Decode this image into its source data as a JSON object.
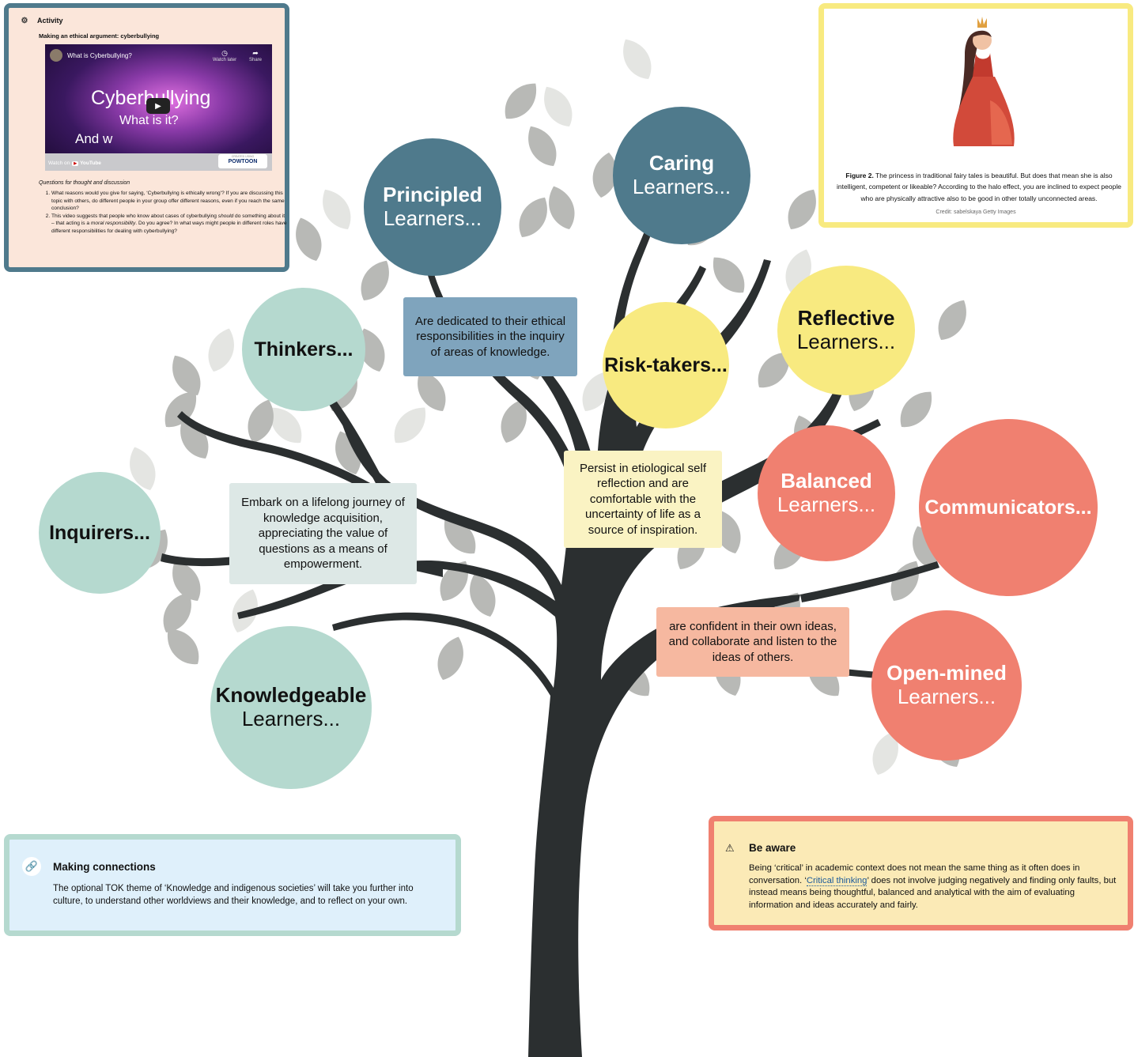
{
  "colors": {
    "trunk": "#2b2f30",
    "leaf_dark": "#b8b9b6",
    "leaf_light": "#e4e5e2",
    "teal_dark": "#4f7a8c",
    "mint": "#b5d9cf",
    "yellow": "#f8ea80",
    "salmon": "#f08070",
    "box_blue": "#7fa4bd",
    "box_mint": "#dde8e6",
    "box_yellow": "#faf3c3",
    "box_peach": "#f6b8a0"
  },
  "circles": {
    "principled": {
      "bold": "Principled",
      "normal": "Learners..."
    },
    "caring": {
      "bold": "Caring",
      "normal": "Learners..."
    },
    "thinkers": {
      "bold": "Thinkers...",
      "normal": ""
    },
    "risk_takers": {
      "bold": "Risk-takers...",
      "normal": ""
    },
    "reflective": {
      "bold": "Reflective",
      "normal": "Learners..."
    },
    "inquirers": {
      "bold": "Inquirers...",
      "normal": ""
    },
    "balanced": {
      "bold": "Balanced",
      "normal": "Learners..."
    },
    "communicators": {
      "bold": "Communicators...",
      "normal": ""
    },
    "knowledgeable": {
      "bold": "Knowledgeable",
      "normal": "Learners..."
    },
    "open_minded": {
      "bold": "Open-mined",
      "normal": "Learners..."
    }
  },
  "boxes": {
    "principled_desc": "Are dedicated to their ethical responsibilities in the inquiry of areas of knowledge.",
    "inquirers_desc": "Embark on a lifelong journey of knowledge acquisition, appreciating the value of questions as a means of empowerment.",
    "reflective_desc": "Persist in etiological self reflection and are comfortable with the uncertainty of life as a source of inspiration.",
    "communicators_desc": "are confident in their own ideas, and collaborate and listen to the ideas of others."
  },
  "activity": {
    "label": "Activity",
    "title": "Making an ethical argument: cyberbullying",
    "video": {
      "title": "What is Cyberbullying?",
      "watch_later": "Watch later",
      "share": "Share",
      "headline": "Cyberbullying",
      "subline": "What is it?",
      "partial": "And w",
      "watch_on": "Watch on",
      "youtube": "YouTube",
      "brand_small": "CREATED USING",
      "brand": "POWTOON"
    },
    "questions_heading": "Questions for thought and discussion",
    "q1": "What reasons would you give for saying, ‘Cyberbullying is ethically wrong’? If you are discussing this topic with others, do different people in your group offer different reasons, even if you reach the same conclusion?",
    "q2_a": "This video suggests that people who know about cases of cyberbullying ",
    "q2_b": "should",
    "q2_c": " do something about it – that acting is a ",
    "q2_d": "moral responsibility",
    "q2_e": ". Do you agree? In what ways might people in different roles have different responsibilities for dealing with cyberbullying?"
  },
  "figure": {
    "label": "Figure 2.",
    "caption": " The princess in traditional fairy tales is beautiful. But does that mean she is also intelligent, competent or likeable? According to the halo effect, you are inclined to expect people who are physically attractive also to be good in other totally unconnected areas.",
    "credit": "Credit: sabelskaya Getty Images"
  },
  "connections": {
    "title": "Making connections",
    "body": "The optional TOK theme of ‘Knowledge and indigenous societies’ will take you further into culture, to understand other worldviews and their knowledge, and to reflect on your own."
  },
  "aware": {
    "title": "Be aware",
    "body_a": "Being ‘critical’ in academic context does not mean the same thing as it often does in conversation. ‘",
    "link": "Critical thinking",
    "body_b": "’ does not involve judging negatively and finding only faults, but instead means being thoughtful, balanced and analytical with the aim of evaluating information and ideas accurately and fairly."
  }
}
